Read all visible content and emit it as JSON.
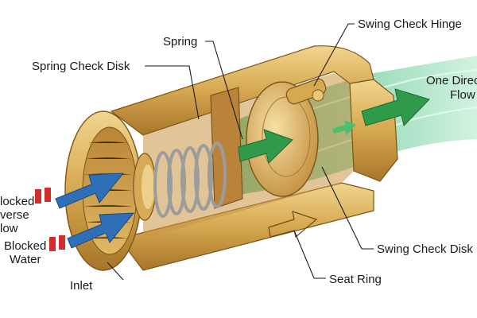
{
  "labels": {
    "spring": "Spring",
    "swing_check_hinge": "Swing Check Hinge",
    "spring_check_disk": "Spring Check Disk",
    "one_direction_flow_line1": "One Direc",
    "one_direction_flow_line2": "Flow",
    "blocked_reverse_flow_line1": "locked",
    "blocked_reverse_flow_line2": "verse",
    "blocked_reverse_flow_line3": "low",
    "blocked_water_line1": "Blocked",
    "blocked_water_line2": "Water",
    "inlet": "Inlet",
    "swing_check_disk": "Swing Check Disk",
    "seat_ring": "Seat Ring"
  },
  "colors": {
    "brass_light": "#e9c77a",
    "brass_mid": "#d2a24c",
    "brass_dark": "#9a6a22",
    "inlet_arrow": "#2f6fb7",
    "flow_arrow": "#2e9a4a",
    "water": "#7fd6a6",
    "blocked_marker": "#d42d2d",
    "spring": "#a9a9a9"
  }
}
